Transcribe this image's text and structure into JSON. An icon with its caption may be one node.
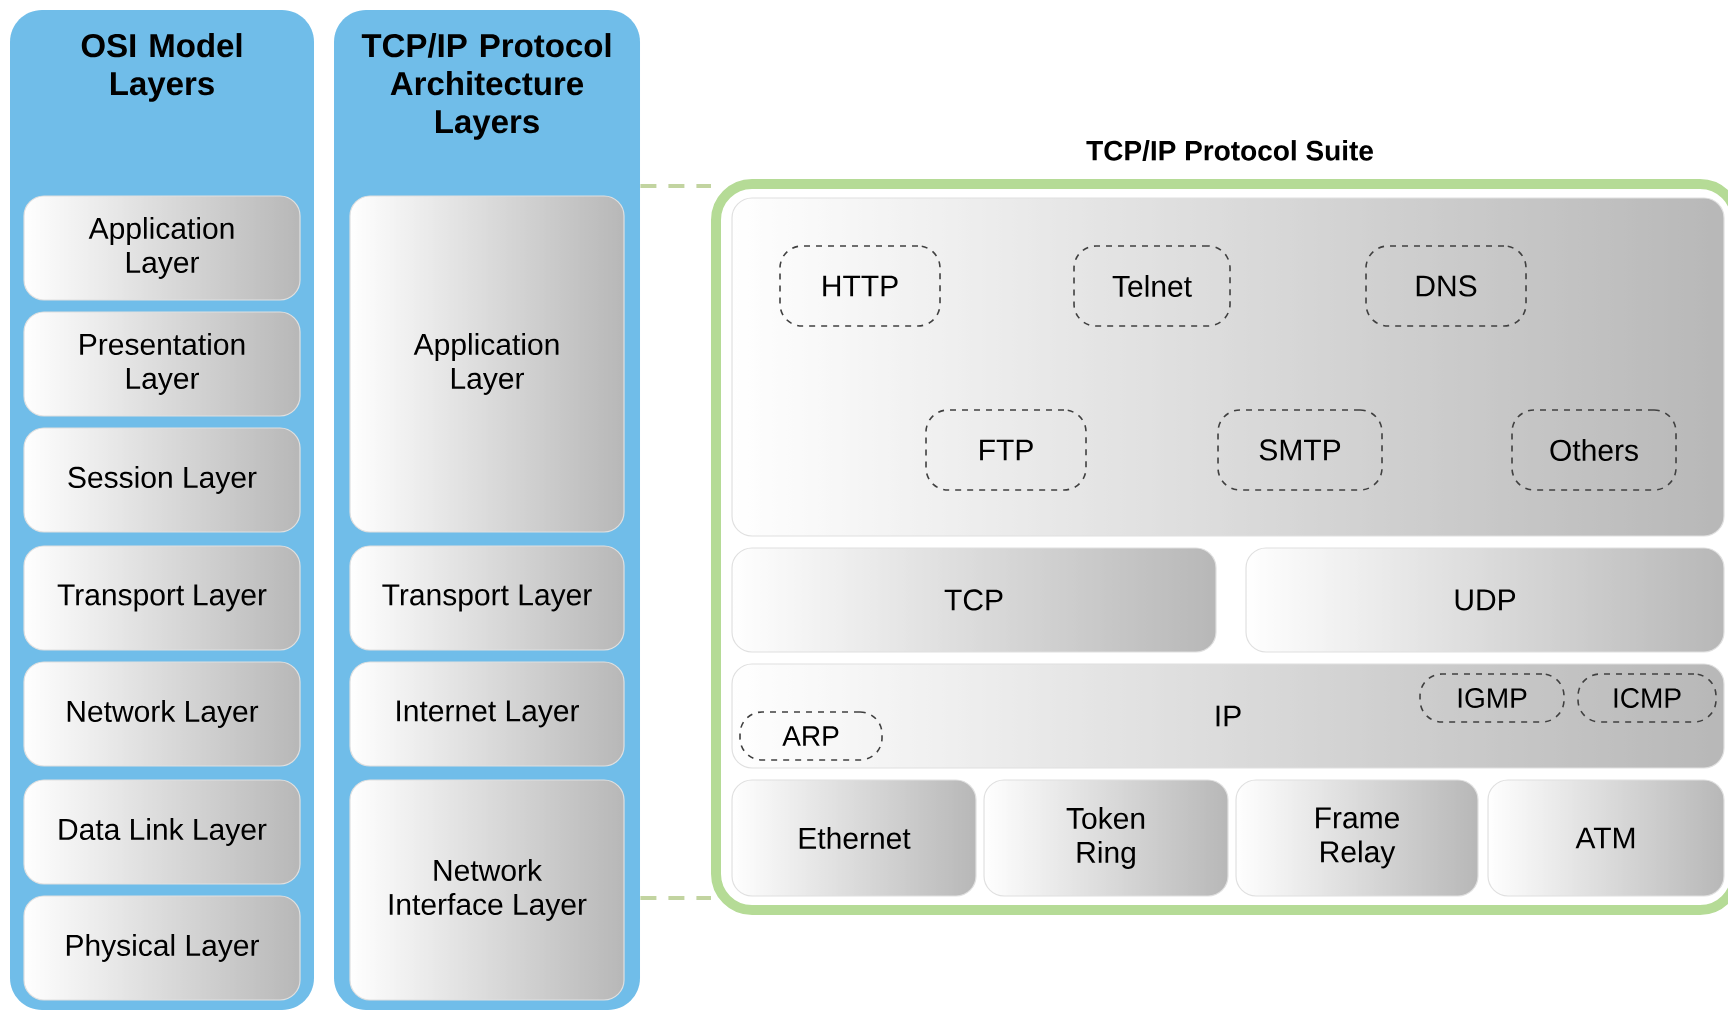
{
  "diagram": {
    "nodes": [
      {
        "text": [
          "OSI Model Layers"
        ]
      },
      {
        "text": [
          "Application Layer"
        ],
        "in": 0
      },
      {
        "text": [
          "Presentation Layer"
        ],
        "in": 0
      },
      {
        "text": [
          "Session Layer"
        ],
        "in": 0
      },
      {
        "text": [
          "Transport Layer"
        ],
        "in": 0
      },
      {
        "text": [
          "Network Layer"
        ],
        "in": 0
      },
      {
        "text": [
          "Data Link Layer"
        ],
        "in": 0
      },
      {
        "text": [
          "Physical Layer"
        ],
        "in": 0
      },
      {
        "text": [
          "TCP/IP Protocol Architecture Layers"
        ]
      },
      {
        "text": [
          "Application Layer"
        ],
        "in": 8
      },
      {
        "text": [
          "Transport Layer"
        ],
        "in": 8
      },
      {
        "text": [
          "Internet Layer"
        ],
        "in": 8
      },
      {
        "text": [
          "Network Interface Layer"
        ],
        "in": 8
      },
      {
        "text": [
          "TCP/IP Protocol Suite"
        ]
      },
      {
        "text": [],
        "shape": "box",
        "in": 13
      },
      {
        "text": [
          "HTTP"
        ],
        "in": 14
      },
      {
        "text": [
          "Telnet"
        ],
        "in": 14
      },
      {
        "text": [
          "DNS"
        ],
        "in": 14
      },
      {
        "text": [
          "FTP"
        ],
        "in": 14
      },
      {
        "text": [
          "SMTP"
        ],
        "in": 14
      },
      {
        "text": [
          "Others"
        ],
        "in": 14
      },
      {
        "text": [
          "TCP"
        ],
        "in": 13
      },
      {
        "text": [
          "UDP"
        ],
        "in": 13
      },
      {
        "text": [
          "IP"
        ],
        "in": 13
      },
      {
        "text": [
          "ARP"
        ],
        "in": 23
      },
      {
        "text": [
          "IGMP"
        ],
        "in": 23
      },
      {
        "text": [
          "ICMP"
        ],
        "in": 23
      },
      {
        "text": [
          "Ethernet"
        ],
        "in": 13
      },
      {
        "text": [
          "Token Ring"
        ],
        "in": 13
      },
      {
        "text": [
          "Frame Relay"
        ],
        "in": 13
      },
      {
        "text": [
          "ATM"
        ],
        "in": 13
      }
    ],
    "edges": [
      {
        "from": 8,
        "to": 13,
        "arrow": "none",
        "style": "dashed"
      },
      {
        "from": 8,
        "to": 13,
        "arrow": "none",
        "style": "dashed"
      }
    ]
  }
}
